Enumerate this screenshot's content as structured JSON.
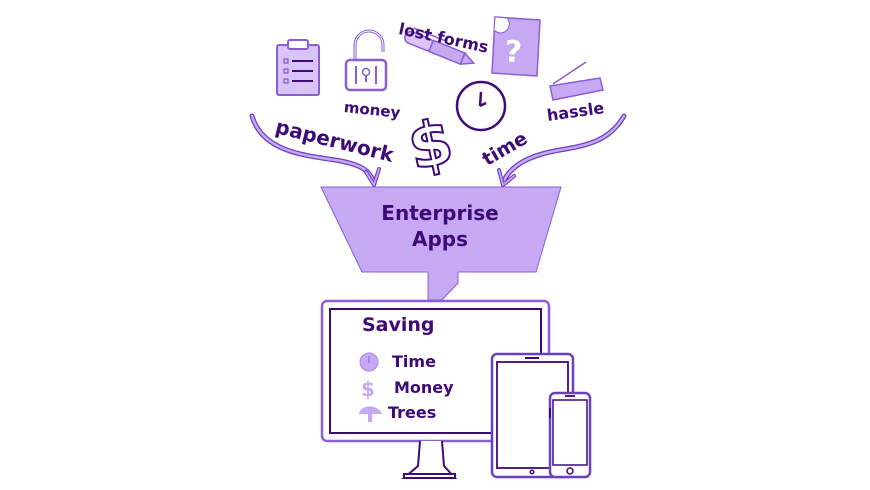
{
  "colors": {
    "dark_purple": "#3d0a78",
    "mid_purple": "#6a3fc2",
    "light_purple": "#c7a8f2",
    "background": "#ffffff"
  },
  "labels": {
    "paperwork": "paperwork",
    "money": "money",
    "lost_forms": "lost forms",
    "time": "time",
    "hassle": "hassle"
  },
  "icons": [
    "clipboard-icon",
    "padlock-icon",
    "pen-icon",
    "question-card-icon",
    "dollar-icon",
    "clock-icon",
    "ruler-icon"
  ],
  "funnel": {
    "line1": "Enterprise",
    "line2": "Apps"
  },
  "monitor": {
    "title": "Saving",
    "items": [
      {
        "icon": "clock-icon",
        "label": "Time"
      },
      {
        "icon": "dollar-icon",
        "label": "Money"
      },
      {
        "icon": "tree-icon",
        "label": "Trees"
      }
    ]
  },
  "devices": [
    "desktop-monitor",
    "tablet",
    "smartphone"
  ]
}
